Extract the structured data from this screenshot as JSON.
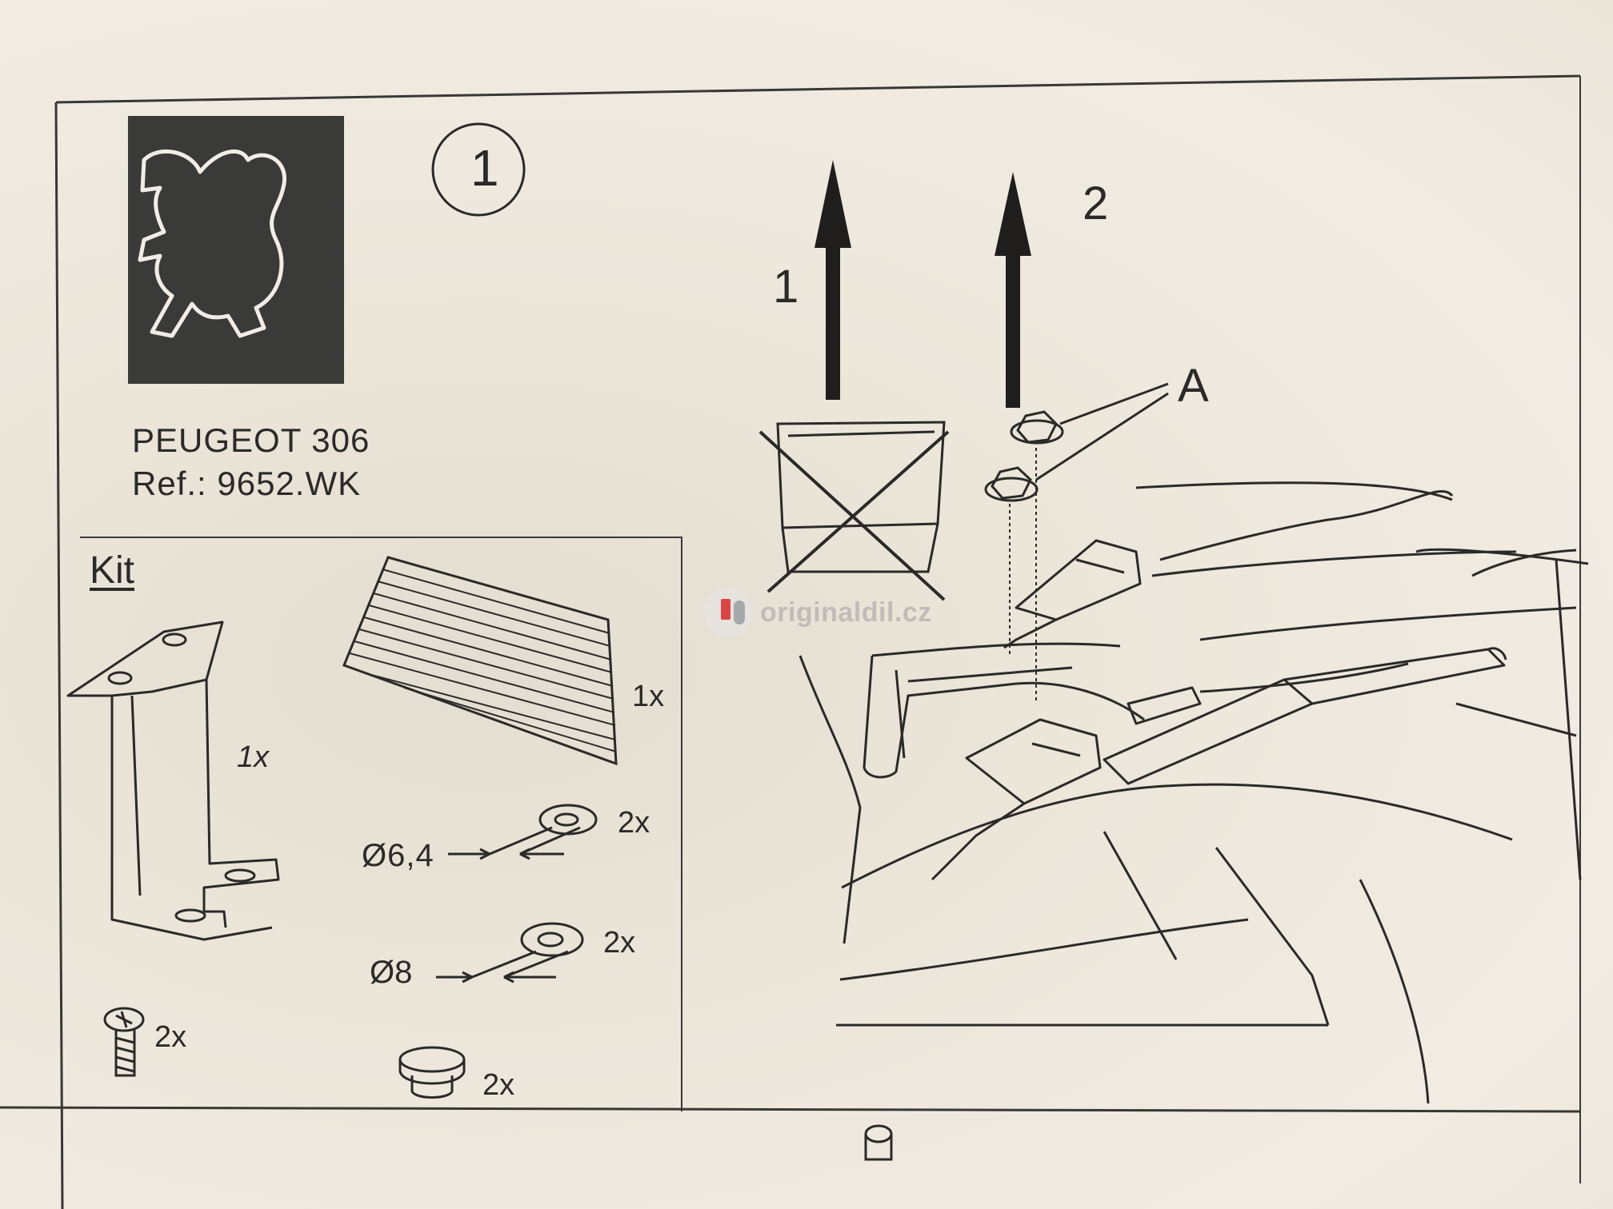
{
  "logo": {
    "name": "peugeot-lion-logo"
  },
  "header": {
    "model": "PEUGEOT 306",
    "reference": "Ref.: 9652.WK"
  },
  "step": {
    "number": "1"
  },
  "diagram": {
    "arrow1_label": "1",
    "arrow2_label": "2",
    "part_label": "A"
  },
  "kit": {
    "title": "Kit",
    "bracket_qty": "1x",
    "pad_qty": "1x",
    "washer_small": {
      "diameter": "Ø6,4",
      "qty": "2x"
    },
    "washer_large": {
      "diameter": "Ø8",
      "qty": "2x"
    },
    "screw_qty": "2x",
    "plug_qty": "2x"
  },
  "watermark": {
    "text": "originaldil.cz"
  },
  "colors": {
    "paper": "#efe9de",
    "ink": "#2b2a28",
    "logo_bg": "#3a3a38",
    "watermark_red": "#d82c2c"
  }
}
